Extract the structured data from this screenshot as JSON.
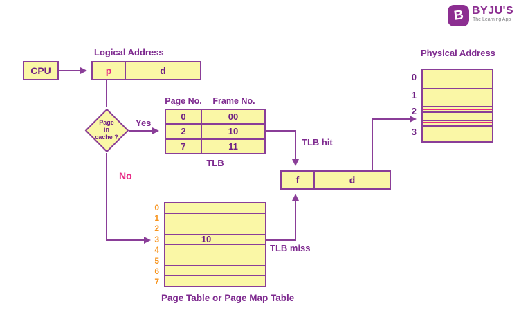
{
  "brand": {
    "name": "BYJU'S",
    "tagline": "The Learning App",
    "icon_letter": "B"
  },
  "labels": {
    "cpu": "CPU",
    "logical_address_title": "Logical Address",
    "physical_address_title": "Physical Address",
    "page_field": "p",
    "offset_field": "d",
    "frame_field": "f",
    "frame_offset_field": "d",
    "decision_lines": [
      "Page",
      "in",
      "cache ?"
    ],
    "yes": "Yes",
    "no": "No",
    "tlb_caption": "TLB",
    "tlb_hit": "TLB hit",
    "tlb_miss": "TLB miss",
    "page_table_caption": "Page Table or Page Map Table"
  },
  "tlb": {
    "headers": [
      "Page No.",
      "Frame No."
    ],
    "rows": [
      [
        "0",
        "00"
      ],
      [
        "2",
        "10"
      ],
      [
        "7",
        "11"
      ]
    ]
  },
  "page_table": {
    "row_labels": [
      "0",
      "1",
      "2",
      "3",
      "4",
      "5",
      "6",
      "7"
    ],
    "row_values": [
      "",
      "",
      "",
      "10",
      "",
      "",
      "",
      ""
    ],
    "highlighted_row_index": 3
  },
  "physical_memory": {
    "row_labels": [
      "0",
      "1",
      "2",
      "3"
    ],
    "highlighted_row_index": 2
  },
  "colors": {
    "box_fill": "#faf7a6",
    "line_purple": "#8a3e98",
    "text_purple": "#6f2083",
    "label_purple": "#7e2a8f",
    "accent_pink": "#e62884",
    "accent_orange": "#f7941e",
    "brand_purple": "#8c2e91",
    "tagline_gray": "#808184"
  }
}
